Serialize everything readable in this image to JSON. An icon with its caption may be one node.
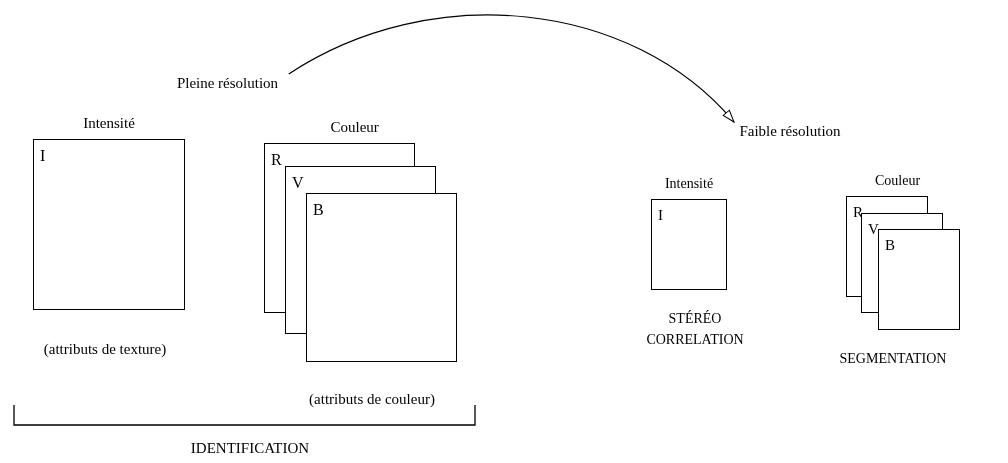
{
  "diagram": {
    "nodes": [
      {
        "text": [
          "Pleine résolution"
        ]
      },
      {
        "text": [
          "Intensité",
          "I"
        ],
        "beside": [
          "(attributs de texture)"
        ]
      },
      {
        "text": [
          "Couleur",
          "R",
          "V",
          "B"
        ],
        "beside": [
          "(attributs de couleur)"
        ]
      },
      {
        "text": [
          "Faible résolution"
        ]
      },
      {
        "text": [
          "Intensité",
          "I"
        ],
        "beside": [
          "STÉRÉO CORRELATION"
        ]
      },
      {
        "text": [
          "Couleur",
          "R",
          "V",
          "B"
        ],
        "beside": [
          "SEGMENTATION"
        ]
      }
    ],
    "edges": [
      {
        "from": 0,
        "to": 3,
        "arrow": "to"
      }
    ],
    "labels": [
      "IDENTIFICATION"
    ]
  }
}
